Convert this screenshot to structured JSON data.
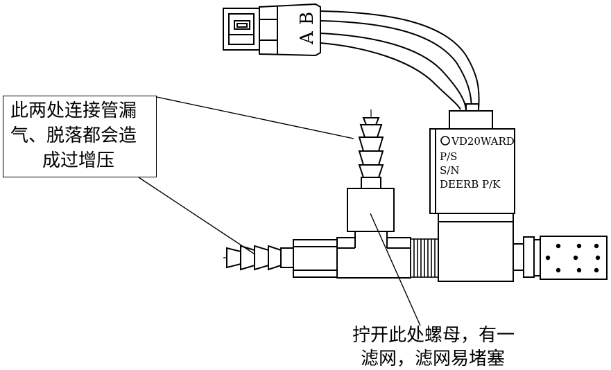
{
  "callout_top_left": {
    "lines": [
      "此两处连接管漏",
      "气、脱落都会造",
      "成过增压"
    ]
  },
  "callout_bottom": {
    "lines": [
      "拧开此处螺母，有一",
      "滤网，滤网易堵塞"
    ]
  },
  "connector": {
    "pin_a": "A",
    "pin_b": "B"
  },
  "valve_label": {
    "model": "VD20WARD",
    "ps": "P/S",
    "sn": "S/N",
    "pk": "DEERB P/K"
  }
}
